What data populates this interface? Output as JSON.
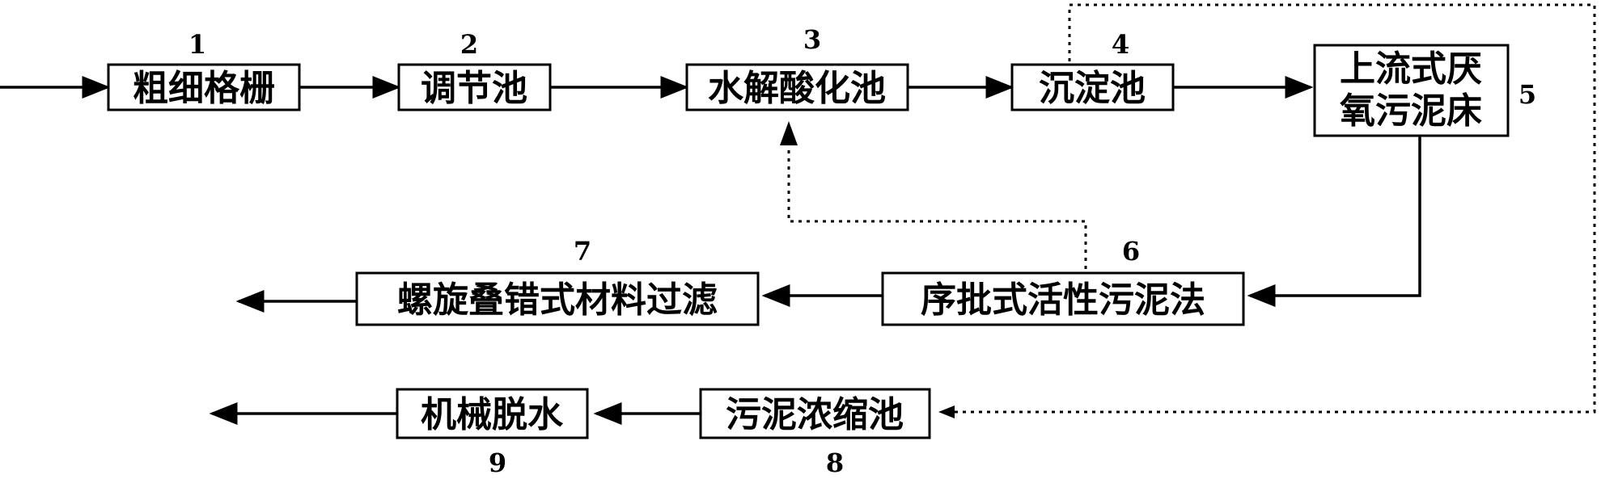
{
  "boxes": {
    "b1": {
      "number": "1",
      "label": "粗细格栅"
    },
    "b2": {
      "number": "2",
      "label": "调节池"
    },
    "b3": {
      "number": "3",
      "label": "水解酸化池"
    },
    "b4": {
      "number": "4",
      "label": "沉淀池"
    },
    "b5": {
      "number": "5",
      "label_line1": "上流式厌",
      "label_line2": "氧污泥床"
    },
    "b6": {
      "number": "6",
      "label": "序批式活性污泥法"
    },
    "b7": {
      "number": "7",
      "label": "螺旋叠错式材料过滤"
    },
    "b8": {
      "number": "8",
      "label": "污泥浓缩池"
    },
    "b9": {
      "number": "9",
      "label": "机械脱水"
    }
  }
}
